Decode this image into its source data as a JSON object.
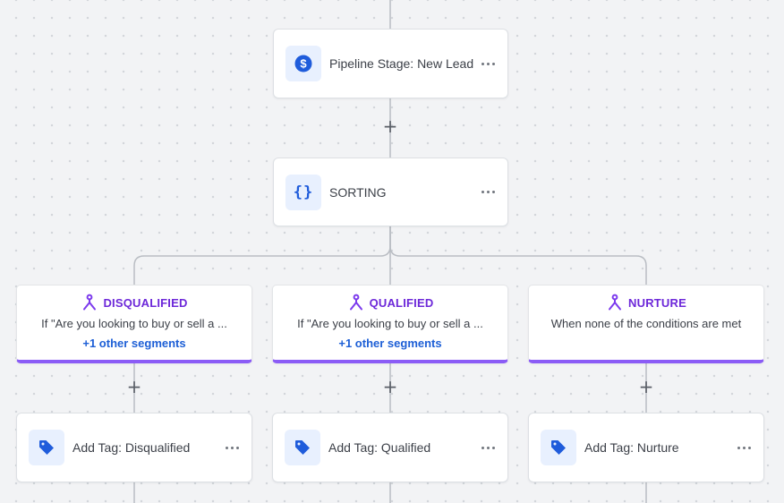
{
  "nodes": {
    "pipeline": {
      "label": "Pipeline Stage: New Lead",
      "icon": "dollar-circle-icon"
    },
    "sorting": {
      "label": "SORTING",
      "icon": "curly-braces-icon"
    },
    "tag_disqualified": {
      "label": "Add Tag: Disqualified",
      "icon": "tag-icon"
    },
    "tag_qualified": {
      "label": "Add Tag: Qualified",
      "icon": "tag-icon"
    },
    "tag_nurture": {
      "label": "Add Tag: Nurture",
      "icon": "tag-icon"
    }
  },
  "branches": {
    "disqualified": {
      "title": "DISQUALIFIED",
      "condition": "If \"Are you looking to buy or sell a ...",
      "more": "+1 other segments"
    },
    "qualified": {
      "title": "QUALIFIED",
      "condition": "If \"Are you looking to buy or sell a ...",
      "more": "+1 other segments"
    },
    "nurture": {
      "title": "NURTURE",
      "condition": "When none of the conditions are met"
    }
  },
  "controls": {
    "add_step": "+"
  },
  "colors": {
    "canvas": "#f2f3f5",
    "accent_blue": "#1f5cdb",
    "branch_purple": "#8b5cf6",
    "branch_title": "#6d28d9",
    "link_blue": "#1d5fd6",
    "connector": "#b9bdc3"
  }
}
